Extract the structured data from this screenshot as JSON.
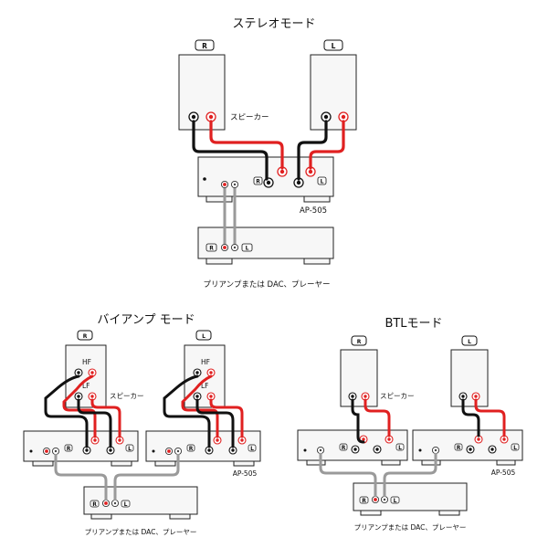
{
  "stereo": {
    "title": "ステレオモード",
    "speaker_r_badge": "R",
    "speaker_l_badge": "L",
    "speaker_label": "スピーカー",
    "amp_r_badge": "R",
    "amp_l_badge": "L",
    "amp_model": "AP-505",
    "source_r_badge": "R",
    "source_l_badge": "L",
    "source_label": "プリアンプまたは DAC、プレーヤー"
  },
  "biamp": {
    "title": "バイアンプ モード",
    "speaker_r_badge": "R",
    "speaker_l_badge": "L",
    "hf_label_r": "HF",
    "lf_label_r": "LF",
    "hf_label_l": "HF",
    "lf_label_l": "LF",
    "speaker_label": "スピーカー",
    "amp1_r_badge": "R",
    "amp1_l_badge": "L",
    "amp2_r_badge": "R",
    "amp2_l_badge": "L",
    "amp_model": "AP-505",
    "source_r_badge": "R",
    "source_l_badge": "L",
    "source_label": "プリアンプまたは DAC、プレーヤー"
  },
  "btl": {
    "title": "BTLモード",
    "speaker_r_badge": "R",
    "speaker_l_badge": "L",
    "speaker_label": "スピーカー",
    "amp1_r_badge": "R",
    "amp1_l_badge": "L",
    "amp2_r_badge": "R",
    "amp2_l_badge": "L",
    "amp_model": "AP-505",
    "source_r_badge": "R",
    "source_l_badge": "L",
    "source_label": "プリアンプまたは DAC、プレーヤー"
  },
  "colors": {
    "red_cable": "#e02020",
    "black_cable": "#111111",
    "gray_cable": "#9a9a9a",
    "device_fill": "#f7f7f7",
    "device_stroke": "#222222"
  }
}
